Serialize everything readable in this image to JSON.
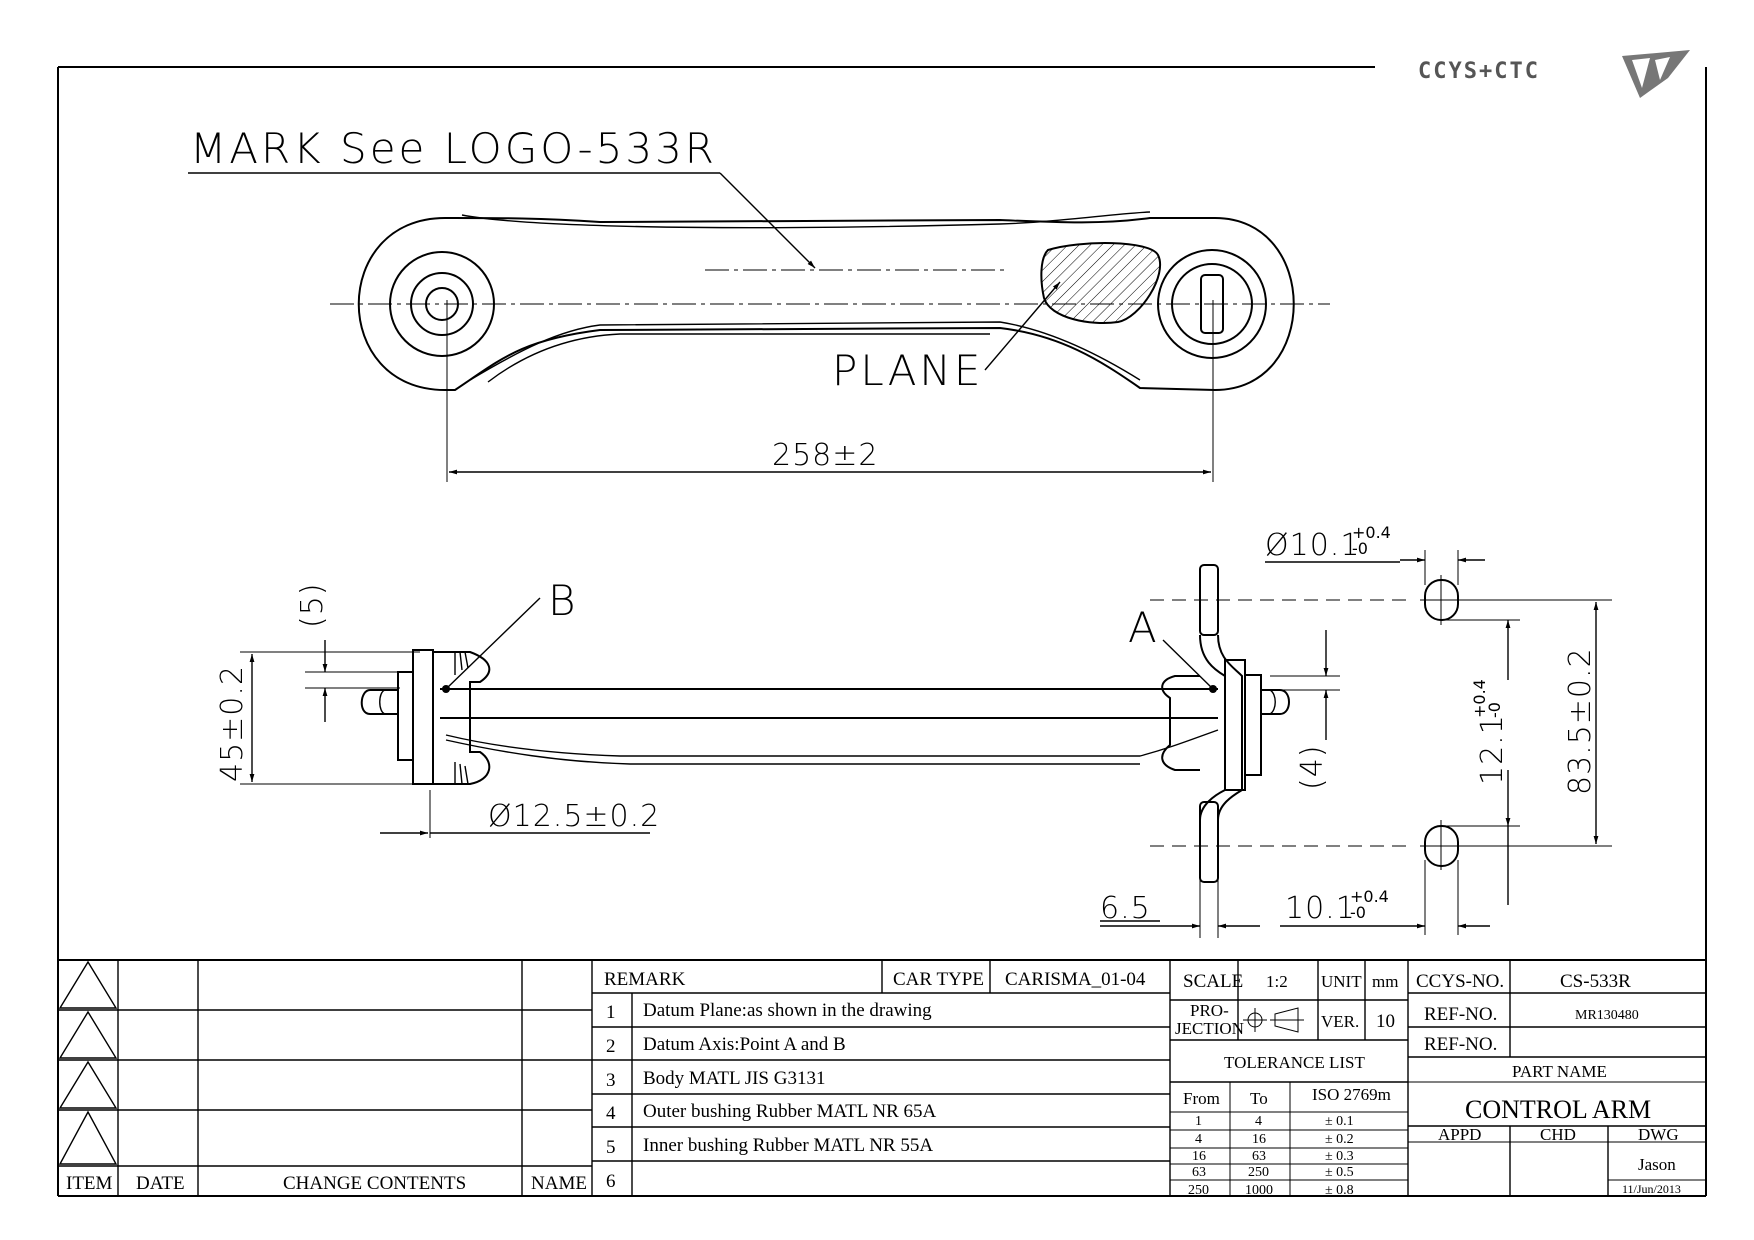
{
  "logo": {
    "text": "CCYS+CTC"
  },
  "drawing": {
    "mark_label": "MARK See LOGO-533R",
    "plane_label": "PLANE",
    "overall_length": "258±2",
    "datum_a": "A",
    "datum_b": "B",
    "dim_5": "(5)",
    "dim_45": "45±0.2",
    "dim_12_5": "Ø12.5±0.2",
    "dim_10_1_top": "Ø10.1",
    "dim_10_1_top_tol_upper": "+0.4",
    "dim_10_1_top_tol_lower": "-0",
    "dim_4": "(4)",
    "dim_12_1": "12.1",
    "dim_12_1_tol_upper": "+0.4",
    "dim_12_1_tol_lower": "-0",
    "dim_83_5": "83.5±0.2",
    "dim_6_5": "6.5",
    "dim_10_1_bottom": "10.1",
    "dim_10_1_bottom_tol_upper": "+0.4",
    "dim_10_1_bottom_tol_lower": "-0"
  },
  "revision_table": {
    "headers": [
      "ITEM",
      "DATE",
      "CHANGE CONTENTS",
      "NAME"
    ]
  },
  "remarks": {
    "header": "REMARK",
    "car_type_label": "CAR TYPE",
    "car_type_value": "CARISMA_01-04",
    "items": [
      {
        "no": "1",
        "text": "Datum Plane:as shown in the drawing"
      },
      {
        "no": "2",
        "text": "Datum Axis:Point A and B"
      },
      {
        "no": "3",
        "text": "Body MATL JIS G3131"
      },
      {
        "no": "4",
        "text": "Outer bushing Rubber MATL NR 65A"
      },
      {
        "no": "5",
        "text": "Inner bushing Rubber MATL NR 55A"
      },
      {
        "no": "6",
        "text": ""
      }
    ]
  },
  "info": {
    "scale_label": "SCALE",
    "scale_value": "1:2",
    "unit_label": "UNIT",
    "unit_value": "mm",
    "projection_label_1": "PRO-",
    "projection_label_2": "JECTION",
    "ver_label": "VER.",
    "ver_value": "10",
    "tolerance_title": "TOLERANCE LIST",
    "tolerance_headers": [
      "From",
      "To",
      "ISO 2769m"
    ],
    "tolerance_rows": [
      [
        "1",
        "4",
        "± 0.1"
      ],
      [
        "4",
        "16",
        "± 0.2"
      ],
      [
        "16",
        "63",
        "± 0.3"
      ],
      [
        "63",
        "250",
        "± 0.5"
      ],
      [
        "250",
        "1000",
        "± 0.8"
      ]
    ]
  },
  "title_block": {
    "ccys_no_label": "CCYS-NO.",
    "ccys_no_value": "CS-533R",
    "ref_no_label_1": "REF-NO.",
    "ref_no_value_1": "MR130480",
    "ref_no_label_2": "REF-NO.",
    "ref_no_value_2": "",
    "part_name_label": "PART NAME",
    "part_name_value": "CONTROL ARM",
    "appd_label": "APPD",
    "chd_label": "CHD",
    "dwg_label": "DWG",
    "dwg_name": "Jason",
    "dwg_date": "11/Jun/2013"
  }
}
